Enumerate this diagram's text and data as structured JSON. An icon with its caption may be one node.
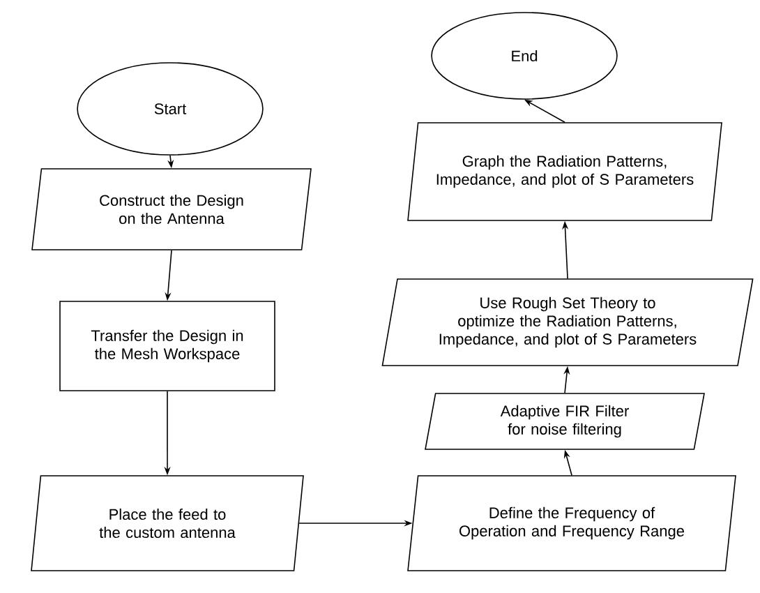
{
  "diagram": {
    "nodes": [
      {
        "text": [
          "Start"
        ]
      },
      {
        "text": [
          "Construct the Design on the Antenna"
        ]
      },
      {
        "text": [
          "Transfer the Design in the Mesh Workspace"
        ]
      },
      {
        "text": [
          "Place the feed to the custom antenna"
        ]
      },
      {
        "text": [
          "Define the Frequency of Operation and Frequency Range"
        ]
      },
      {
        "text": [
          "Adaptive FIR Filter for noise filtering"
        ]
      },
      {
        "text": [
          "Use Rough Set Theory to optimize the Radiation Patterns, Impedance, and plot of S Parameters"
        ]
      },
      {
        "text": [
          "Graph the Radiation Patterns, Impedance, and plot of S Parameters"
        ]
      },
      {
        "text": [
          "End"
        ]
      }
    ],
    "edges": [
      {
        "from": 0,
        "to": 1,
        "arrow": "to"
      },
      {
        "from": 1,
        "to": 2,
        "arrow": "to"
      },
      {
        "from": 2,
        "to": 3,
        "arrow": "to"
      },
      {
        "from": 3,
        "to": 4,
        "arrow": "to"
      },
      {
        "from": 4,
        "to": 5,
        "arrow": "to"
      },
      {
        "from": 5,
        "to": 6,
        "arrow": "to"
      },
      {
        "from": 6,
        "to": 7,
        "arrow": "to"
      },
      {
        "from": 7,
        "to": 8,
        "arrow": "to"
      }
    ]
  }
}
